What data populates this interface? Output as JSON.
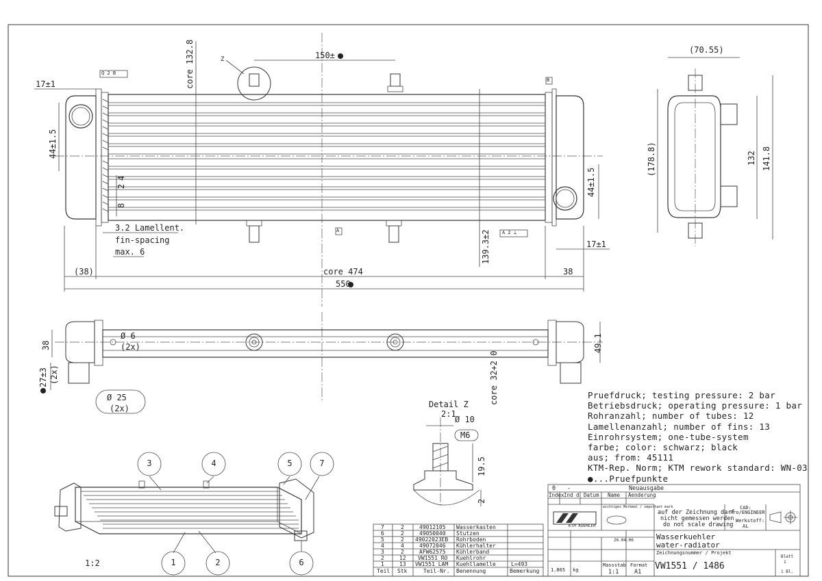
{
  "dimensions": {
    "core_height": "core 132.8",
    "pitch": "150±",
    "left_offset": "17±1",
    "header_dim": "44±1.5",
    "tube_2": "2",
    "tube_4": "4",
    "tube_8": "8",
    "fins": "3.2 Lamellent.",
    "fin_spacing": "fin-spacing",
    "max": "max. 6",
    "height_139": "139.3±2",
    "header_dim_right": "44±1.5",
    "right_offset": "17±1",
    "left_38": "(38)",
    "core_474": "core 474",
    "right_38": "38",
    "total_550": "550",
    "side_70": "(70.55)",
    "side_178": "(178.8)",
    "side_132": "132",
    "side_141": "141.8",
    "bottom_38": "38",
    "dia6": "Ø 6",
    "dia6_n": "(2x)",
    "d27": "27±3",
    "d27_n": "(2x)",
    "dia25": "Ø 25",
    "dia25_n": "(2x)",
    "core32": "core 32+2 0",
    "d49": "49.1",
    "z_label": "Z",
    "datum_b": "B",
    "tol_q": "Q 2 B",
    "tol_a": "A 2 ⊥",
    "datum_a": "A"
  },
  "detail": {
    "title": "Detail Z",
    "scale": "2:1",
    "dia10": "Ø 10",
    "m6": "M6",
    "d19": "19.5",
    "d2": "2"
  },
  "notes": [
    "Pruefdruck; testing pressure: 2 bar",
    "Betriebsdruck; operating pressure: 1 bar",
    "Rohranzahl; number of tubes: 12",
    "Lamellenanzahl; number of fins: 13",
    "Einrohrsystem; one-tube-system",
    "farbe; color: schwarz; black",
    "aus; from: 45111",
    "KTM-Rep. Norm; KTM rework standard: WN-03",
    "...Pruefpunkte"
  ],
  "balloons": [
    "1",
    "2",
    "3",
    "4",
    "5",
    "6",
    "7"
  ],
  "iso_scale": "1:2",
  "bom": {
    "headers": [
      "Teil",
      "Stk",
      "Teil-Nr.",
      "Benennung",
      "Bemerkung"
    ],
    "rows": [
      [
        "7",
        "2",
        "49012105",
        "Wasserkasten",
        ""
      ],
      [
        "6",
        "2",
        "49050040",
        "Stutzen",
        ""
      ],
      [
        "5",
        "2",
        "49022023EB",
        "Rohrboden",
        ""
      ],
      [
        "4",
        "4",
        "49072046",
        "Kühlerhalter",
        ""
      ],
      [
        "3",
        "2",
        "AFW62575",
        "Kühlerband",
        ""
      ],
      [
        "2",
        "12",
        "VW1551_RO",
        "Kuehlrohr",
        ""
      ],
      [
        "1",
        "13",
        "VW1551_LAM",
        "Kuehllamelle",
        "L=493"
      ]
    ]
  },
  "title_block": {
    "rev_header": [
      "Index",
      "Ind d",
      "Datum",
      "Name",
      "Aenderung"
    ],
    "rev_row": [
      "0",
      "-",
      "",
      "",
      "Neuausgabe"
    ],
    "important_mark": "wichtiges Merkmal / important mark",
    "logo": "KTM KUEHLER",
    "scale_note": [
      "auf der Zeichnung darf",
      "nicht gemessen werden",
      "do not scale drawing"
    ],
    "cad_label": "CAD:",
    "cad_value": "Pro/ENGINEER",
    "material_label": "Werkstoff:",
    "material_value": "AL",
    "date": "26.04.06",
    "title_de": "Wasserkuehler",
    "title_en": "water-radiator",
    "drawing_no_label": "Zeichnungsnummer / Projekt",
    "drawing_no": "VW1551 / 1486",
    "weight": "1.865",
    "weight_unit": "kg",
    "scale_label": "Massstab",
    "scale": "1:1",
    "format_label": "Format",
    "format": "A1",
    "sheet_label": "Blatt",
    "sheet": "1",
    "sheet_of": "1 Bl."
  }
}
